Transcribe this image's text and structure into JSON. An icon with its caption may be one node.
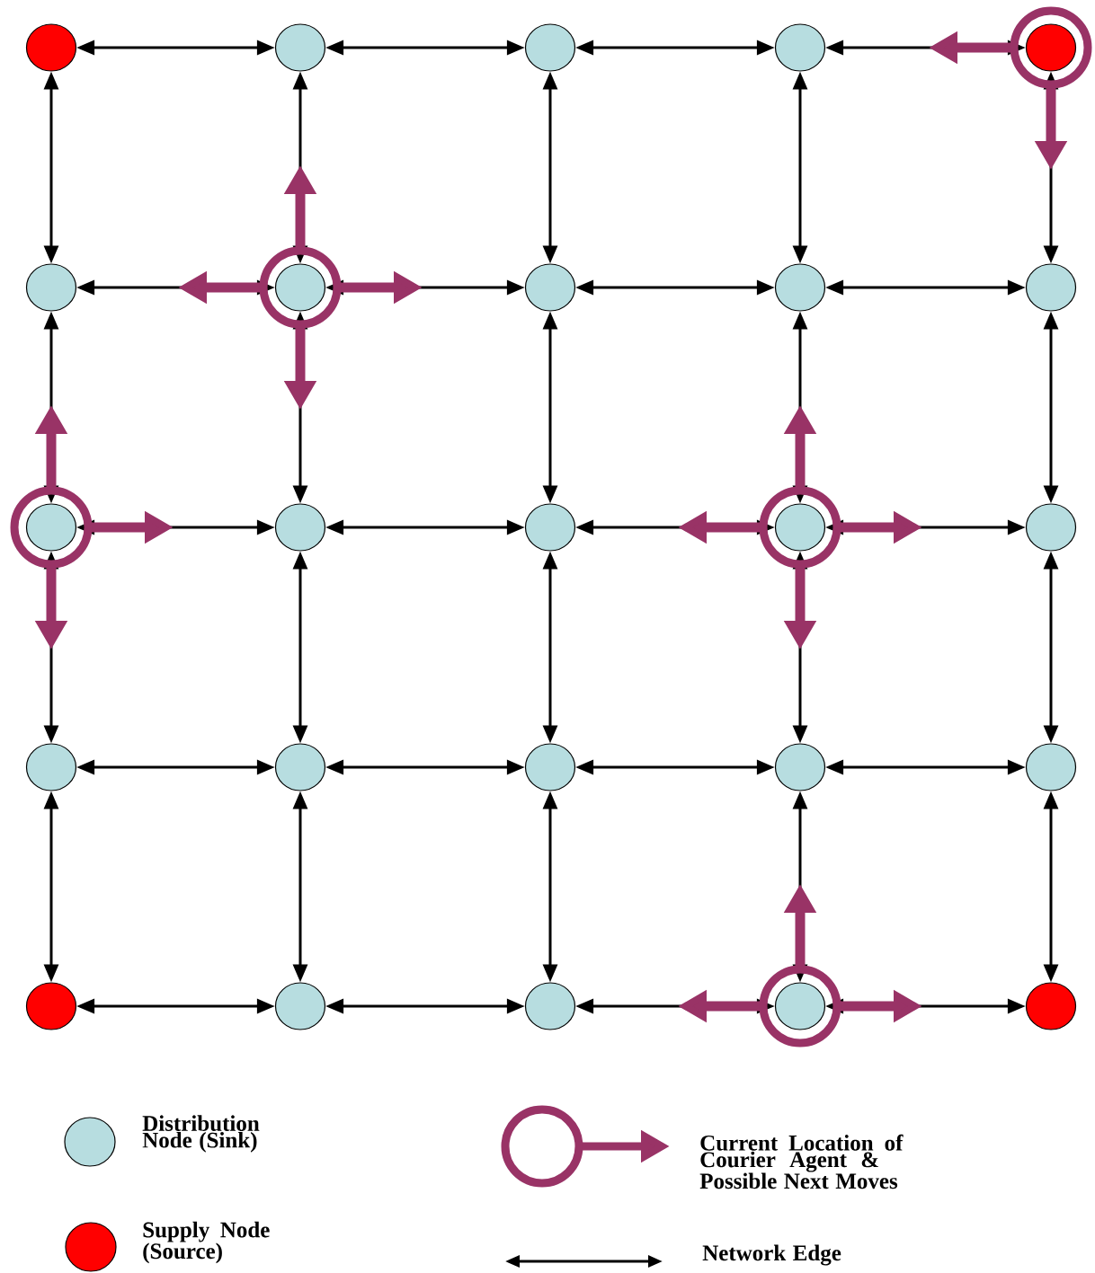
{
  "diagram": {
    "nodes": [
      {
        "text": [],
        "shape": "circle"
      },
      {
        "text": [],
        "shape": "circle"
      },
      {
        "text": [],
        "shape": "circle"
      },
      {
        "text": [],
        "shape": "circle"
      },
      {
        "text": [],
        "shape": "circle"
      },
      {
        "text": [],
        "shape": "circle"
      },
      {
        "text": [],
        "shape": "circle"
      },
      {
        "text": [],
        "shape": "circle"
      },
      {
        "text": [],
        "shape": "circle"
      },
      {
        "text": [],
        "shape": "circle"
      },
      {
        "text": [],
        "shape": "circle"
      },
      {
        "text": [],
        "shape": "circle"
      },
      {
        "text": [],
        "shape": "circle"
      },
      {
        "text": [],
        "shape": "circle"
      },
      {
        "text": [],
        "shape": "circle"
      },
      {
        "text": [],
        "shape": "circle"
      },
      {
        "text": [],
        "shape": "circle"
      },
      {
        "text": [],
        "shape": "circle"
      },
      {
        "text": [],
        "shape": "circle"
      },
      {
        "text": [],
        "shape": "circle"
      },
      {
        "text": [],
        "shape": "circle"
      },
      {
        "text": [],
        "shape": "circle"
      },
      {
        "text": [],
        "shape": "circle"
      },
      {
        "text": [],
        "shape": "circle"
      },
      {
        "text": [],
        "shape": "circle"
      }
    ],
    "edges": [
      {
        "from": 0,
        "to": 1,
        "arrow": "both"
      },
      {
        "from": 1,
        "to": 2,
        "arrow": "both"
      },
      {
        "from": 2,
        "to": 3,
        "arrow": "both"
      },
      {
        "from": 3,
        "to": 4,
        "arrow": "both"
      },
      {
        "from": 5,
        "to": 6,
        "arrow": "both"
      },
      {
        "from": 6,
        "to": 7,
        "arrow": "both"
      },
      {
        "from": 7,
        "to": 8,
        "arrow": "both"
      },
      {
        "from": 8,
        "to": 9,
        "arrow": "both"
      },
      {
        "from": 10,
        "to": 11,
        "arrow": "both"
      },
      {
        "from": 11,
        "to": 12,
        "arrow": "both"
      },
      {
        "from": 12,
        "to": 13,
        "arrow": "both"
      },
      {
        "from": 13,
        "to": 14,
        "arrow": "both"
      },
      {
        "from": 15,
        "to": 16,
        "arrow": "both"
      },
      {
        "from": 16,
        "to": 17,
        "arrow": "both"
      },
      {
        "from": 17,
        "to": 18,
        "arrow": "both"
      },
      {
        "from": 18,
        "to": 19,
        "arrow": "both"
      },
      {
        "from": 20,
        "to": 21,
        "arrow": "both"
      },
      {
        "from": 21,
        "to": 22,
        "arrow": "both"
      },
      {
        "from": 22,
        "to": 23,
        "arrow": "both"
      },
      {
        "from": 23,
        "to": 24,
        "arrow": "both"
      },
      {
        "from": 0,
        "to": 5,
        "arrow": "both"
      },
      {
        "from": 5,
        "to": 10,
        "arrow": "both"
      },
      {
        "from": 10,
        "to": 15,
        "arrow": "both"
      },
      {
        "from": 15,
        "to": 20,
        "arrow": "both"
      },
      {
        "from": 1,
        "to": 6,
        "arrow": "both"
      },
      {
        "from": 6,
        "to": 11,
        "arrow": "both"
      },
      {
        "from": 11,
        "to": 16,
        "arrow": "both"
      },
      {
        "from": 16,
        "to": 21,
        "arrow": "both"
      },
      {
        "from": 2,
        "to": 7,
        "arrow": "both"
      },
      {
        "from": 7,
        "to": 12,
        "arrow": "both"
      },
      {
        "from": 12,
        "to": 17,
        "arrow": "both"
      },
      {
        "from": 17,
        "to": 22,
        "arrow": "both"
      },
      {
        "from": 3,
        "to": 8,
        "arrow": "both"
      },
      {
        "from": 8,
        "to": 13,
        "arrow": "both"
      },
      {
        "from": 13,
        "to": 18,
        "arrow": "both"
      },
      {
        "from": 18,
        "to": 23,
        "arrow": "both"
      },
      {
        "from": 4,
        "to": 9,
        "arrow": "both"
      },
      {
        "from": 9,
        "to": 14,
        "arrow": "both"
      },
      {
        "from": 14,
        "to": 19,
        "arrow": "both"
      },
      {
        "from": 19,
        "to": 24,
        "arrow": "both"
      },
      {
        "from": 4,
        "to": null,
        "arrow": "to",
        "style": "thick",
        "color": "#993366"
      },
      {
        "from": 4,
        "to": null,
        "arrow": "to",
        "style": "thick",
        "color": "#993366"
      },
      {
        "from": 6,
        "to": null,
        "arrow": "to",
        "style": "thick",
        "color": "#993366"
      },
      {
        "from": 6,
        "to": null,
        "arrow": "to",
        "style": "thick",
        "color": "#993366"
      },
      {
        "from": 6,
        "to": null,
        "arrow": "to",
        "style": "thick",
        "color": "#993366"
      },
      {
        "from": 6,
        "to": null,
        "arrow": "to",
        "style": "thick",
        "color": "#993366"
      },
      {
        "from": 10,
        "to": null,
        "arrow": "to",
        "style": "thick",
        "color": "#993366"
      },
      {
        "from": 10,
        "to": null,
        "arrow": "to",
        "style": "thick",
        "color": "#993366"
      },
      {
        "from": 10,
        "to": null,
        "arrow": "to",
        "style": "thick",
        "color": "#993366"
      },
      {
        "from": 13,
        "to": null,
        "arrow": "to",
        "style": "thick",
        "color": "#993366"
      },
      {
        "from": 13,
        "to": null,
        "arrow": "to",
        "style": "thick",
        "color": "#993366"
      },
      {
        "from": 13,
        "to": null,
        "arrow": "to",
        "style": "thick",
        "color": "#993366"
      },
      {
        "from": 13,
        "to": null,
        "arrow": "to",
        "style": "thick",
        "color": "#993366"
      },
      {
        "from": 23,
        "to": null,
        "arrow": "to",
        "style": "thick",
        "color": "#993366"
      },
      {
        "from": 23,
        "to": null,
        "arrow": "to",
        "style": "thick",
        "color": "#993366"
      },
      {
        "from": 23,
        "to": null,
        "arrow": "to",
        "style": "thick",
        "color": "#993366"
      }
    ],
    "legend": [
      {
        "text": "Distribution Node (Sink)",
        "color": "#b7dde0"
      },
      {
        "text": "Supply Node (Source)",
        "color": "#ff0000"
      },
      {
        "text": "Current Location of Courier Agent & Possible Next Moves"
      },
      {
        "text": "Network Edge"
      }
    ]
  }
}
